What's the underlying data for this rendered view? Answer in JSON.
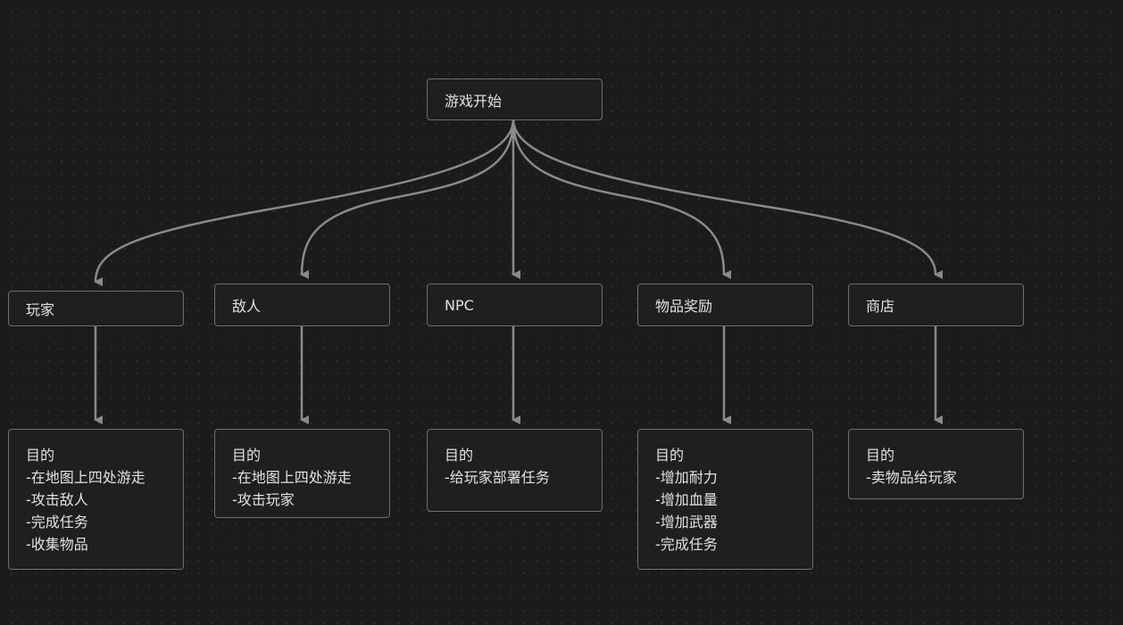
{
  "diagram": {
    "root": {
      "id": "start",
      "label": "游戏开始"
    },
    "branches": [
      {
        "id": "player",
        "label": "玩家",
        "detail": [
          "目的",
          "-在地图上四处游走",
          "-攻击敌人",
          "-完成任务",
          "-收集物品"
        ]
      },
      {
        "id": "enemy",
        "label": "敌人",
        "detail": [
          "目的",
          "-在地图上四处游走",
          "-攻击玩家"
        ]
      },
      {
        "id": "npc",
        "label": "NPC",
        "detail": [
          "目的",
          "-给玩家部署任务"
        ]
      },
      {
        "id": "rewards",
        "label": "物品奖励",
        "detail": [
          "目的",
          "-增加耐力",
          "-增加血量",
          "-增加武器",
          "-完成任务"
        ]
      },
      {
        "id": "shop",
        "label": "商店",
        "detail": [
          "目的",
          "-卖物品给玩家"
        ]
      }
    ]
  },
  "colors": {
    "background": "#1b1b1b",
    "node_fill": "#1f1f1f",
    "node_border": "#6e6e6e",
    "edge": "#8a8a8a",
    "text": "#e2e2e2"
  }
}
